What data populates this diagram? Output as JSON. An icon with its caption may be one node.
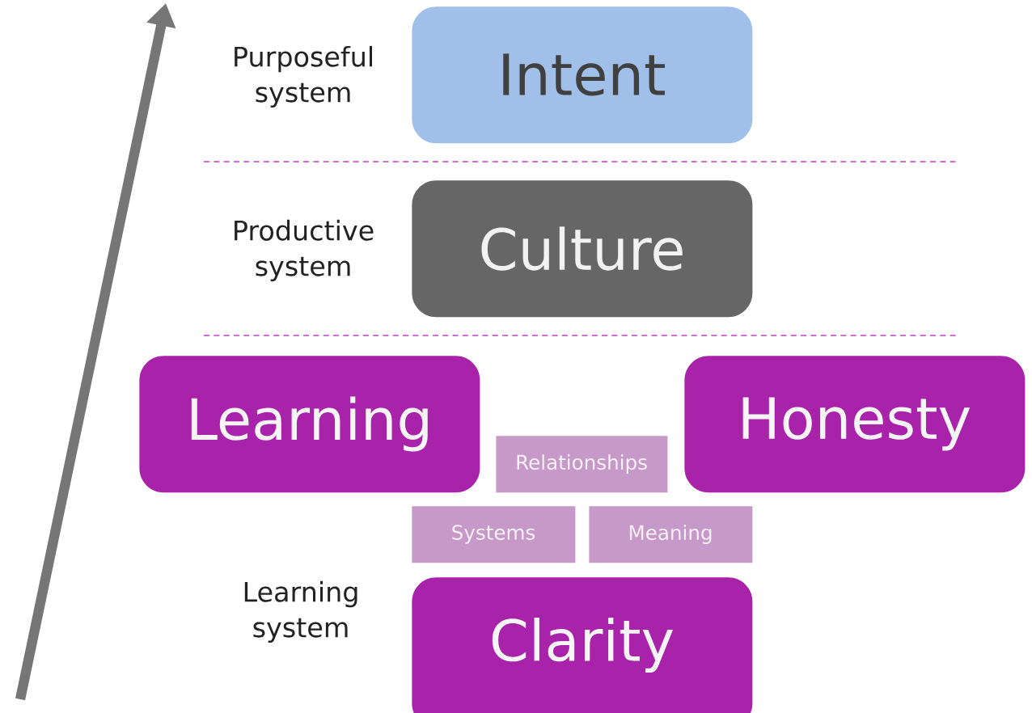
{
  "diagram": {
    "nodes": [
      {
        "text": [
          "Intent"
        ]
      },
      {
        "text": [
          "Culture"
        ]
      },
      {
        "text": [
          "Learning"
        ]
      },
      {
        "text": [
          "Honesty"
        ]
      },
      {
        "text": [
          "Relationships"
        ]
      },
      {
        "text": [
          "Systems"
        ]
      },
      {
        "text": [
          "Meaning"
        ]
      },
      {
        "text": [
          "Clarity"
        ]
      }
    ],
    "edges": [],
    "labels": [
      "Purposeful system",
      "Productive system",
      "Learning system"
    ]
  }
}
